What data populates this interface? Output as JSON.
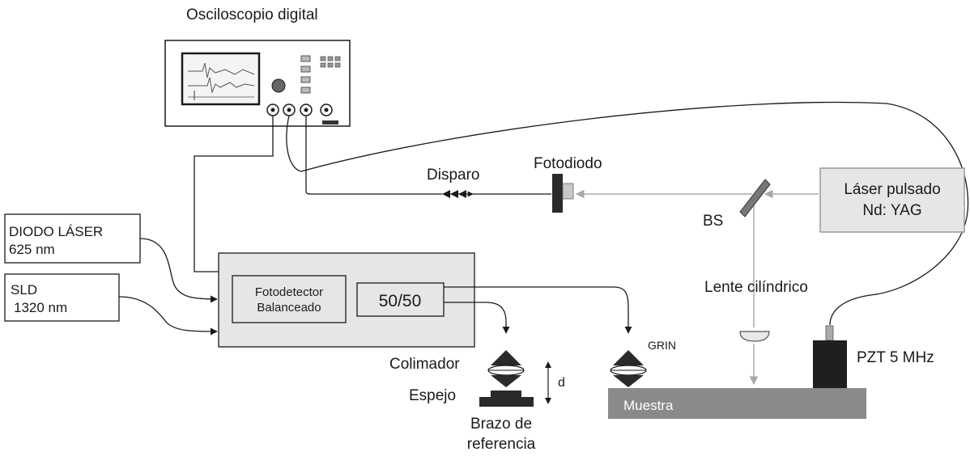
{
  "labels": {
    "oscilloscope": "Osciloscopio digital",
    "laser_diode_line1": "DIODO LÁSER",
    "laser_diode_line2": "625 nm",
    "sld_line1": "SLD",
    "sld_line2": "1320 nm",
    "photodetector_line1": "Fotodetector",
    "photodetector_line2": "Balanceado",
    "coupler": "50/50",
    "trigger": "Disparo",
    "photodiode": "Fotodiodo",
    "pulsed_laser_line1": "Láser pulsado",
    "pulsed_laser_line2": "Nd: YAG",
    "beam_splitter": "BS",
    "cylindrical_lens": "Lente cilíndrico",
    "grin": "GRIN",
    "pzt": "PZT 5 MHz",
    "collimator": "Colimador",
    "mirror": "Espejo",
    "distance": "d",
    "sample": "Muestra",
    "reference_arm_line1": "Brazo de",
    "reference_arm_line2": "referencia"
  },
  "colors": {
    "line": "#1a1a1a",
    "beam": "#a8a8a8",
    "box_fill": "#e6e6e6",
    "sample_fill": "#8a8a8a",
    "dark_component": "#2a2a2a"
  }
}
